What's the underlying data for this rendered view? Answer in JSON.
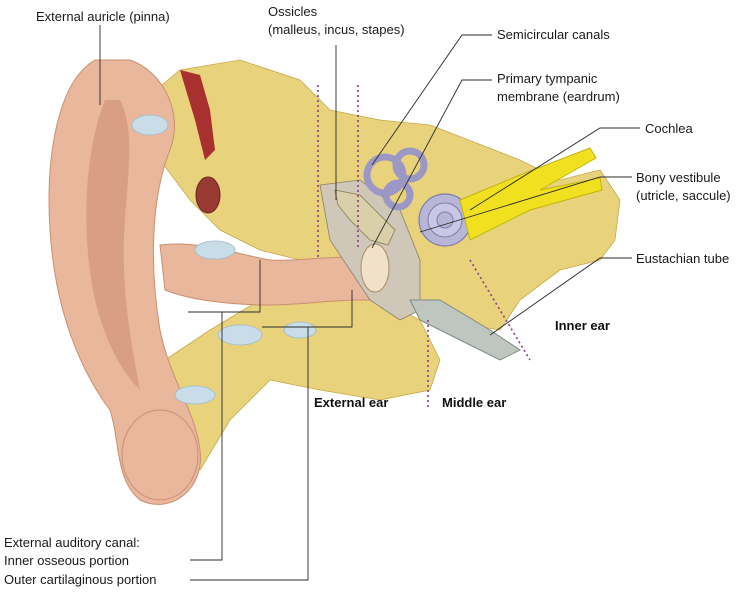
{
  "labels": {
    "external_auricle": "External auricle (pinna)",
    "ossicles_line1": "Ossicles",
    "ossicles_line2": "(malleus, incus, stapes)",
    "semicircular_canals": "Semicircular canals",
    "tympanic_line1": "Primary tympanic",
    "tympanic_line2": "membrane (eardrum)",
    "cochlea": "Cochlea",
    "vestibule_line1": "Bony vestibule",
    "vestibule_line2": "(utricle, saccule)",
    "eustachian_tube": "Eustachian tube",
    "inner_ear": "Inner ear",
    "external_ear": "External ear",
    "middle_ear": "Middle ear",
    "canal_line1": "External auditory canal:",
    "canal_line2": "Inner osseous portion",
    "canal_line3": "Outer cartilaginous portion"
  },
  "colors": {
    "skin": "#e9b79c",
    "bone": "#e9d27c",
    "cochlea": "#b8b6d8",
    "nerve": "#f0e020",
    "region_divider": "#8e3a86"
  }
}
